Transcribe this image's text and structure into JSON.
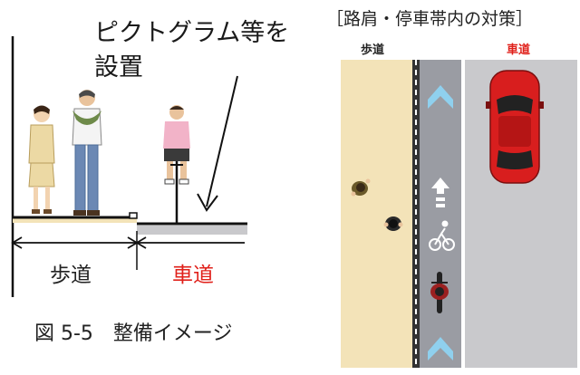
{
  "left": {
    "annotation_line1": "ピクトグラム等を",
    "annotation_line2": "設置",
    "sidewalk_label": "歩道",
    "roadway_label": "車道",
    "caption": "図 5-5　整備イメージ"
  },
  "right": {
    "title": "［路肩・停車帯内の対策］",
    "sidewalk_label": "歩道",
    "roadway_label": "車道"
  },
  "colors": {
    "sidewalk": "#f3e3b8",
    "roadway": "#c9c9cc",
    "bike_lane": "#9a9ca3",
    "arrow": "#8fd0ee",
    "red": "#e0201a",
    "car": "#d81e1e"
  }
}
